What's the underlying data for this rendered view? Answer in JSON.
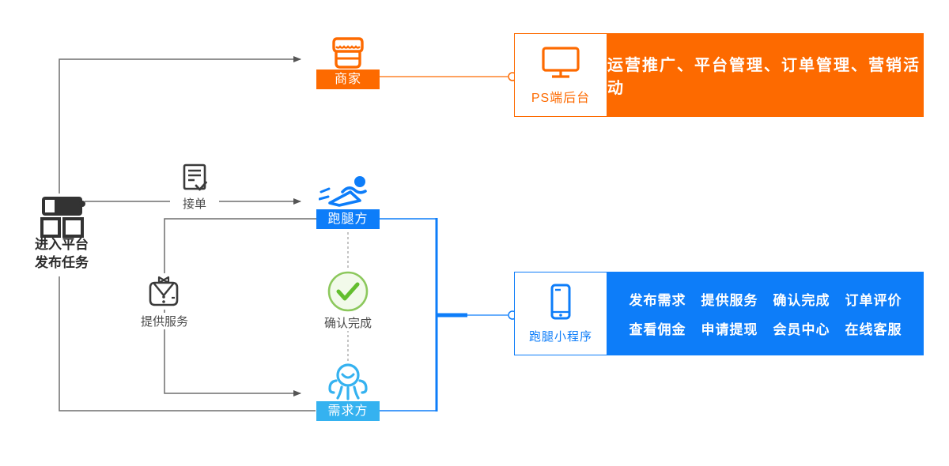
{
  "left_actor": {
    "line1": "进入平台",
    "line2": "发布任务"
  },
  "merchant": {
    "label": "商家"
  },
  "edges": {
    "accept": "接单",
    "provide": "提供服务"
  },
  "runner": {
    "label": "跑腿方"
  },
  "confirm": {
    "label": "确认完成"
  },
  "demand": {
    "label": "需求方"
  },
  "ps_backend": {
    "title": "PS端后台",
    "features": "运营推广、平台管理、订单管理、营销活动"
  },
  "mini_program": {
    "title": "跑腿小程序",
    "features": [
      "发布需求",
      "提供服务",
      "确认完成",
      "订单评价",
      "查看佣金",
      "申请提现",
      "会员中心",
      "在线客服"
    ]
  },
  "colors": {
    "orange": "#FD6A00",
    "blue": "#0D7DF9",
    "light_blue": "#35B2F0",
    "green_stroke": "#8CC85C",
    "green_check": "#63BE2E",
    "green_fill": "#F2FAEA",
    "gray_line": "#6E6E6E",
    "dark_icon": "#333333"
  }
}
